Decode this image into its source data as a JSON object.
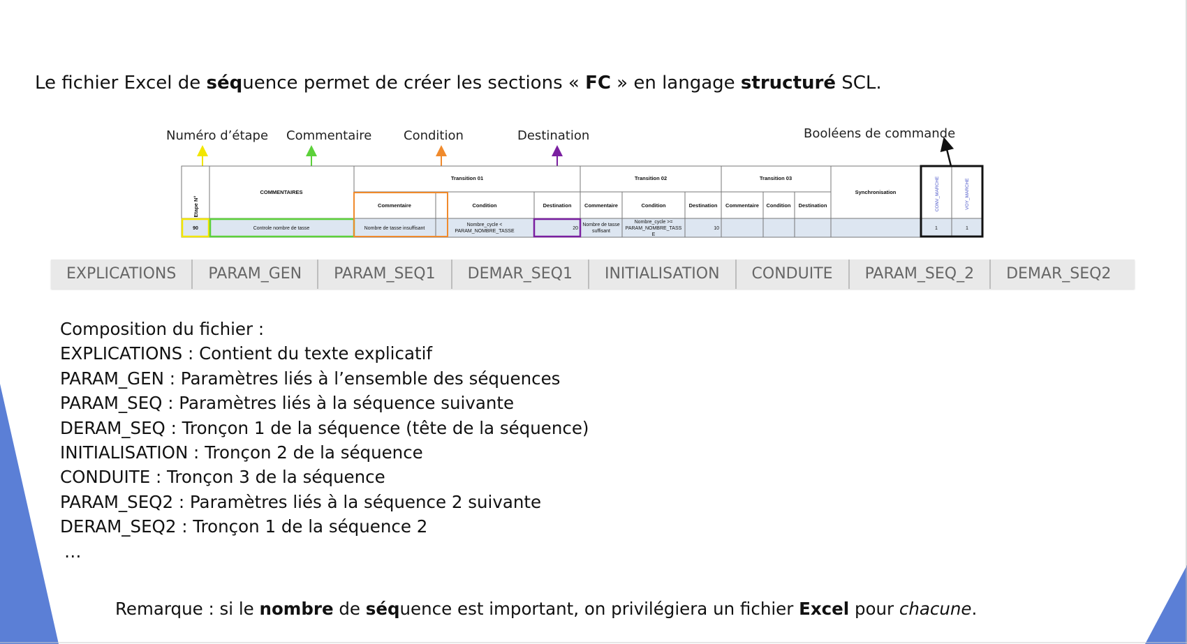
{
  "intro": {
    "t1": "Le fichier Excel de ",
    "b1": "séq",
    "t2": "uence permet de créer les sections « ",
    "b2": "FC",
    "t3": " » en langage ",
    "b3": "structuré",
    "t4": " SCL."
  },
  "annotations": {
    "numero_etape": "Numéro d’étape",
    "commentaire": "Commentaire",
    "condition": "Condition",
    "destination": "Destination",
    "booleens": "Booléens de commande"
  },
  "sheet": {
    "etape_header": "Etape N°",
    "commentaires_header": "COMMENTAIRES",
    "transition_01": "Transition 01",
    "transition_02": "Transition 02",
    "transition_03": "Transition 03",
    "synchronisation": "Synchronisation",
    "sub_commentaire": "Commentaire",
    "sub_condition": "Condition",
    "sub_destination": "Destination",
    "conv_marche": "CONV_MARCHE",
    "voy_marche": "VOY_MARCHE",
    "row": {
      "etape": "90",
      "commentaire": "Controle nombre de tasse",
      "t1_commentaire": "Nombre de tasse insuffisant",
      "t1_condition_l1": "Nombre_cycle <",
      "t1_condition_l2": "PARAM_NOMBRE_TASSE",
      "t1_destination": "20",
      "t2_commentaire_l1": "Nombre de tasse",
      "t2_commentaire_l2": "suffisant",
      "t2_condition_l1": "Nombre_cycle >=",
      "t2_condition_l2": "PARAM_NOMBRE_TASS",
      "t2_condition_l3": "E",
      "t2_destination": "10",
      "conv_val": "1",
      "voy_val": "1"
    }
  },
  "tabs": [
    "EXPLICATIONS",
    "PARAM_GEN",
    "PARAM_SEQ1",
    "DEMAR_SEQ1",
    "INITIALISATION",
    "CONDUITE",
    "PARAM_SEQ_2",
    "DEMAR_SEQ2"
  ],
  "composition": [
    "Composition du fichier :",
    "EXPLICATIONS : Contient du texte explicatif",
    "PARAM_GEN : Paramètres liés à l’ensemble des séquences",
    "PARAM_SEQ : Paramètres liés à la séquence suivante",
    "DERAM_SEQ : Tronçon 1 de la séquence (tête de la séquence)",
    "INITIALISATION : Tronçon 2 de la séquence",
    "CONDUITE : Tronçon 3 de la séquence",
    "PARAM_SEQ2 : Paramètres liés à la séquence 2 suivante",
    "DERAM_SEQ2 : Tronçon 1 de la séquence 2",
    "…"
  ],
  "remark": {
    "t1": "Remarque : si le ",
    "b1": "nombre",
    "t2": " de ",
    "b2": "séq",
    "t3": "uence est important, on privilégiera un fichier ",
    "b3": "Excel",
    "t4": " pour ",
    "i1": "chacune",
    "t5": "."
  },
  "colors": {
    "yellow": "#f2e600",
    "green": "#5cd13a",
    "orange": "#f08a2c",
    "purple": "#7a1fa0",
    "blue_accent": "#5b7fd6",
    "tab_bg": "#e9e9e9",
    "cell_fill": "#dde6f1"
  }
}
